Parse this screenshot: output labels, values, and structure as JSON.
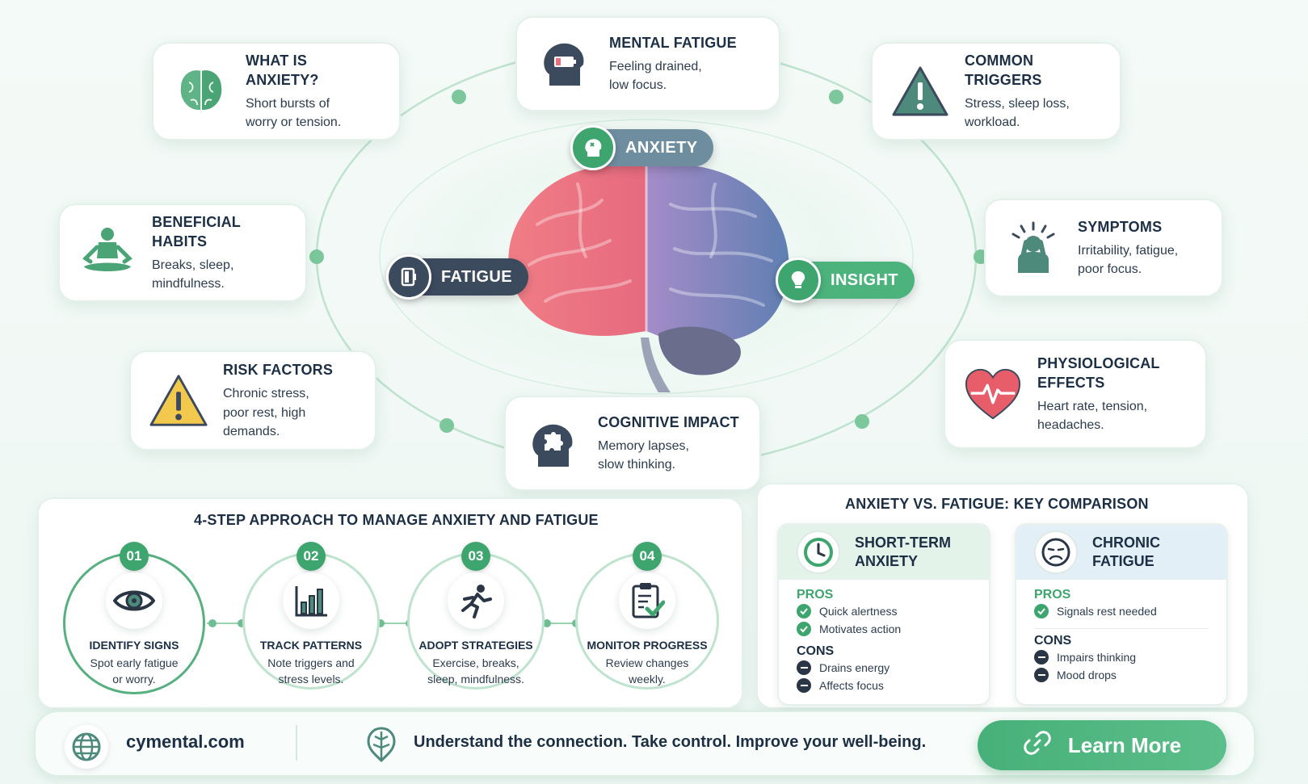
{
  "center": {
    "anxiety_label": "ANXIETY",
    "fatigue_label": "FATIGUE",
    "insight_label": "INSIGHT"
  },
  "cards": {
    "what_is_anxiety": {
      "title": "WHAT IS ANXIETY?",
      "line1": "Short bursts of",
      "line2": "worry or tension."
    },
    "mental_fatigue": {
      "title": "MENTAL FATIGUE",
      "line1": "Feeling drained,",
      "line2": "low focus."
    },
    "common_triggers": {
      "title": "COMMON TRIGGERS",
      "line1": "Stress, sleep loss,",
      "line2": "workload."
    },
    "beneficial_habits": {
      "title": "BENEFICIAL HABITS",
      "line1": "Breaks, sleep,",
      "line2": "mindfulness."
    },
    "symptoms": {
      "title": "SYMPTOMS",
      "line1": "Irritability, fatigue,",
      "line2": "poor focus."
    },
    "risk_factors": {
      "title": "RISK FACTORS",
      "line1": "Chronic stress,",
      "line2": "poor rest, high",
      "line3": "demands."
    },
    "physiological_effects": {
      "title_line1": "PHYSIOLOGICAL",
      "title_line2": "EFFECTS",
      "line1": "Heart rate, tension,",
      "line2": "headaches."
    },
    "cognitive_impact": {
      "title": "COGNITIVE IMPACT",
      "line1": "Memory lapses,",
      "line2": "slow thinking."
    }
  },
  "steps": {
    "title": "4-STEP APPROACH TO MANAGE ANXIETY AND FATIGUE",
    "items": [
      {
        "num": "01",
        "title": "IDENTIFY SIGNS",
        "desc1": "Spot early fatigue",
        "desc2": "or worry.",
        "icon": "eye-icon"
      },
      {
        "num": "02",
        "title": "TRACK PATTERNS",
        "desc1": "Note triggers and",
        "desc2": "stress levels.",
        "icon": "bar-chart-icon"
      },
      {
        "num": "03",
        "title": "ADOPT STRATEGIES",
        "desc1": "Exercise, breaks,",
        "desc2": "sleep, mindfulness.",
        "icon": "runner-icon"
      },
      {
        "num": "04",
        "title": "MONITOR PROGRESS",
        "desc1": "Review changes",
        "desc2": "weekly.",
        "icon": "clipboard-check-icon"
      }
    ]
  },
  "comparison": {
    "title": "ANXIETY VS. FATIGUE: KEY COMPARISON",
    "short_term": {
      "head_line1": "SHORT-TERM",
      "head_line2": "ANXIETY",
      "pros_label": "PROS",
      "pros": [
        "Quick alertness",
        "Motivates action"
      ],
      "cons_label": "CONS",
      "cons": [
        "Drains energy",
        "Affects focus"
      ]
    },
    "chronic": {
      "head_line1": "CHRONIC",
      "head_line2": "FATIGUE",
      "pros_label": "PROS",
      "pros": [
        "Signals rest needed"
      ],
      "cons_label": "CONS",
      "cons": [
        "Impairs thinking",
        "Mood drops"
      ]
    }
  },
  "footer": {
    "site": "cymental.com",
    "tagline": "Understand the connection. Take control. Improve your well-being.",
    "cta": "Learn More"
  },
  "colors": {
    "accent_green": "#3fa56f",
    "dark_slate": "#3c4a5e",
    "brain_pink": "#e8707c",
    "brain_blue": "#6f86b8"
  }
}
